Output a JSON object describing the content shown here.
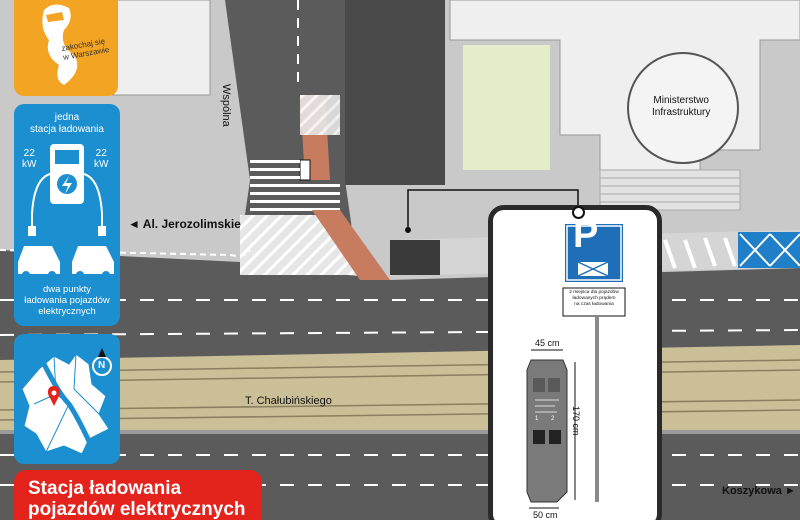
{
  "logo": {
    "text_line1": "zakochaj się",
    "text_line2": "w Warszawie",
    "bg": "#f4a423"
  },
  "info_panel": {
    "bg": "#1b8fd0",
    "top_line1": "jedna",
    "top_line2": "stacja ładowania",
    "power_left": "22",
    "power_left_unit": "kW",
    "power_right": "22",
    "power_right_unit": "kW",
    "bottom_line1": "dwa punkty",
    "bottom_line2": "ładowania pojazdów",
    "bottom_line3": "elektrycznych"
  },
  "locator_panel": {
    "bg": "#1b8fd0",
    "north_label": "N"
  },
  "title_banner": {
    "line1": "Stacja ładowania",
    "line2": "pojazdów elektrycznych",
    "bg": "#e4231d"
  },
  "streets": {
    "wspolna": "Wspólna",
    "jerozolimskie": "Al. Jerozolimskie",
    "chalubinskiego": "T. Chałubińskiego",
    "koszykowa": "Koszykowa"
  },
  "building": {
    "line1": "Ministerstwo",
    "line2": "Infrastruktury"
  },
  "callout": {
    "parking_sign": "P",
    "plate_text_line1": "2 miejsca dla pojazdów",
    "plate_text_line2": "ładowanych prądem",
    "plate_text_line3": "na czas ładowania",
    "dim_width": "45 cm",
    "dim_height": "170 cm",
    "dim_depth": "50 cm",
    "socket1_label": "1",
    "socket2_label": "2"
  },
  "colors": {
    "road": "#5b5b5b",
    "sidewalk": "#c9c9c9",
    "tram_track": "#cbbf98",
    "bike_lane": "#c77b5f",
    "building": "#efefef",
    "dark_building": "#4a4a4a",
    "green_area": "#e4edc9",
    "disabled_parking": "#1f7fc9"
  }
}
